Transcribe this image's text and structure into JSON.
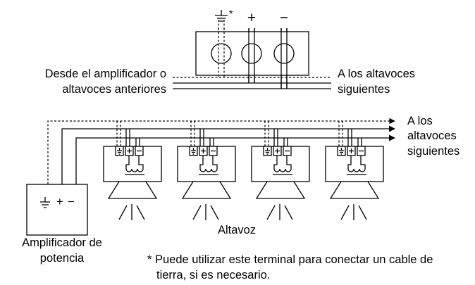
{
  "terminal_panel": {
    "ground_symbol": "⏚*",
    "plus_symbol": "+",
    "minus_symbol": "−"
  },
  "labels": {
    "from_amp_line1": "Desde el amplificador o",
    "from_amp_line2": "altavoces anteriores",
    "to_next_line1": "A los altavoces",
    "to_next_line2": "siguientes",
    "to_next2_line1": "A los",
    "to_next2_line2": "altavoces",
    "to_next2_line3": "siguientes",
    "speaker": "Altavoz",
    "amp_line1": "Amplificador de",
    "amp_line2": "potencia",
    "amp_terminals": "⏚ + −",
    "note_line1": "* Puede utilizar este terminal para conectar un cable de",
    "note_line2": "tierra, si es necesario."
  },
  "speakers_count": 4
}
